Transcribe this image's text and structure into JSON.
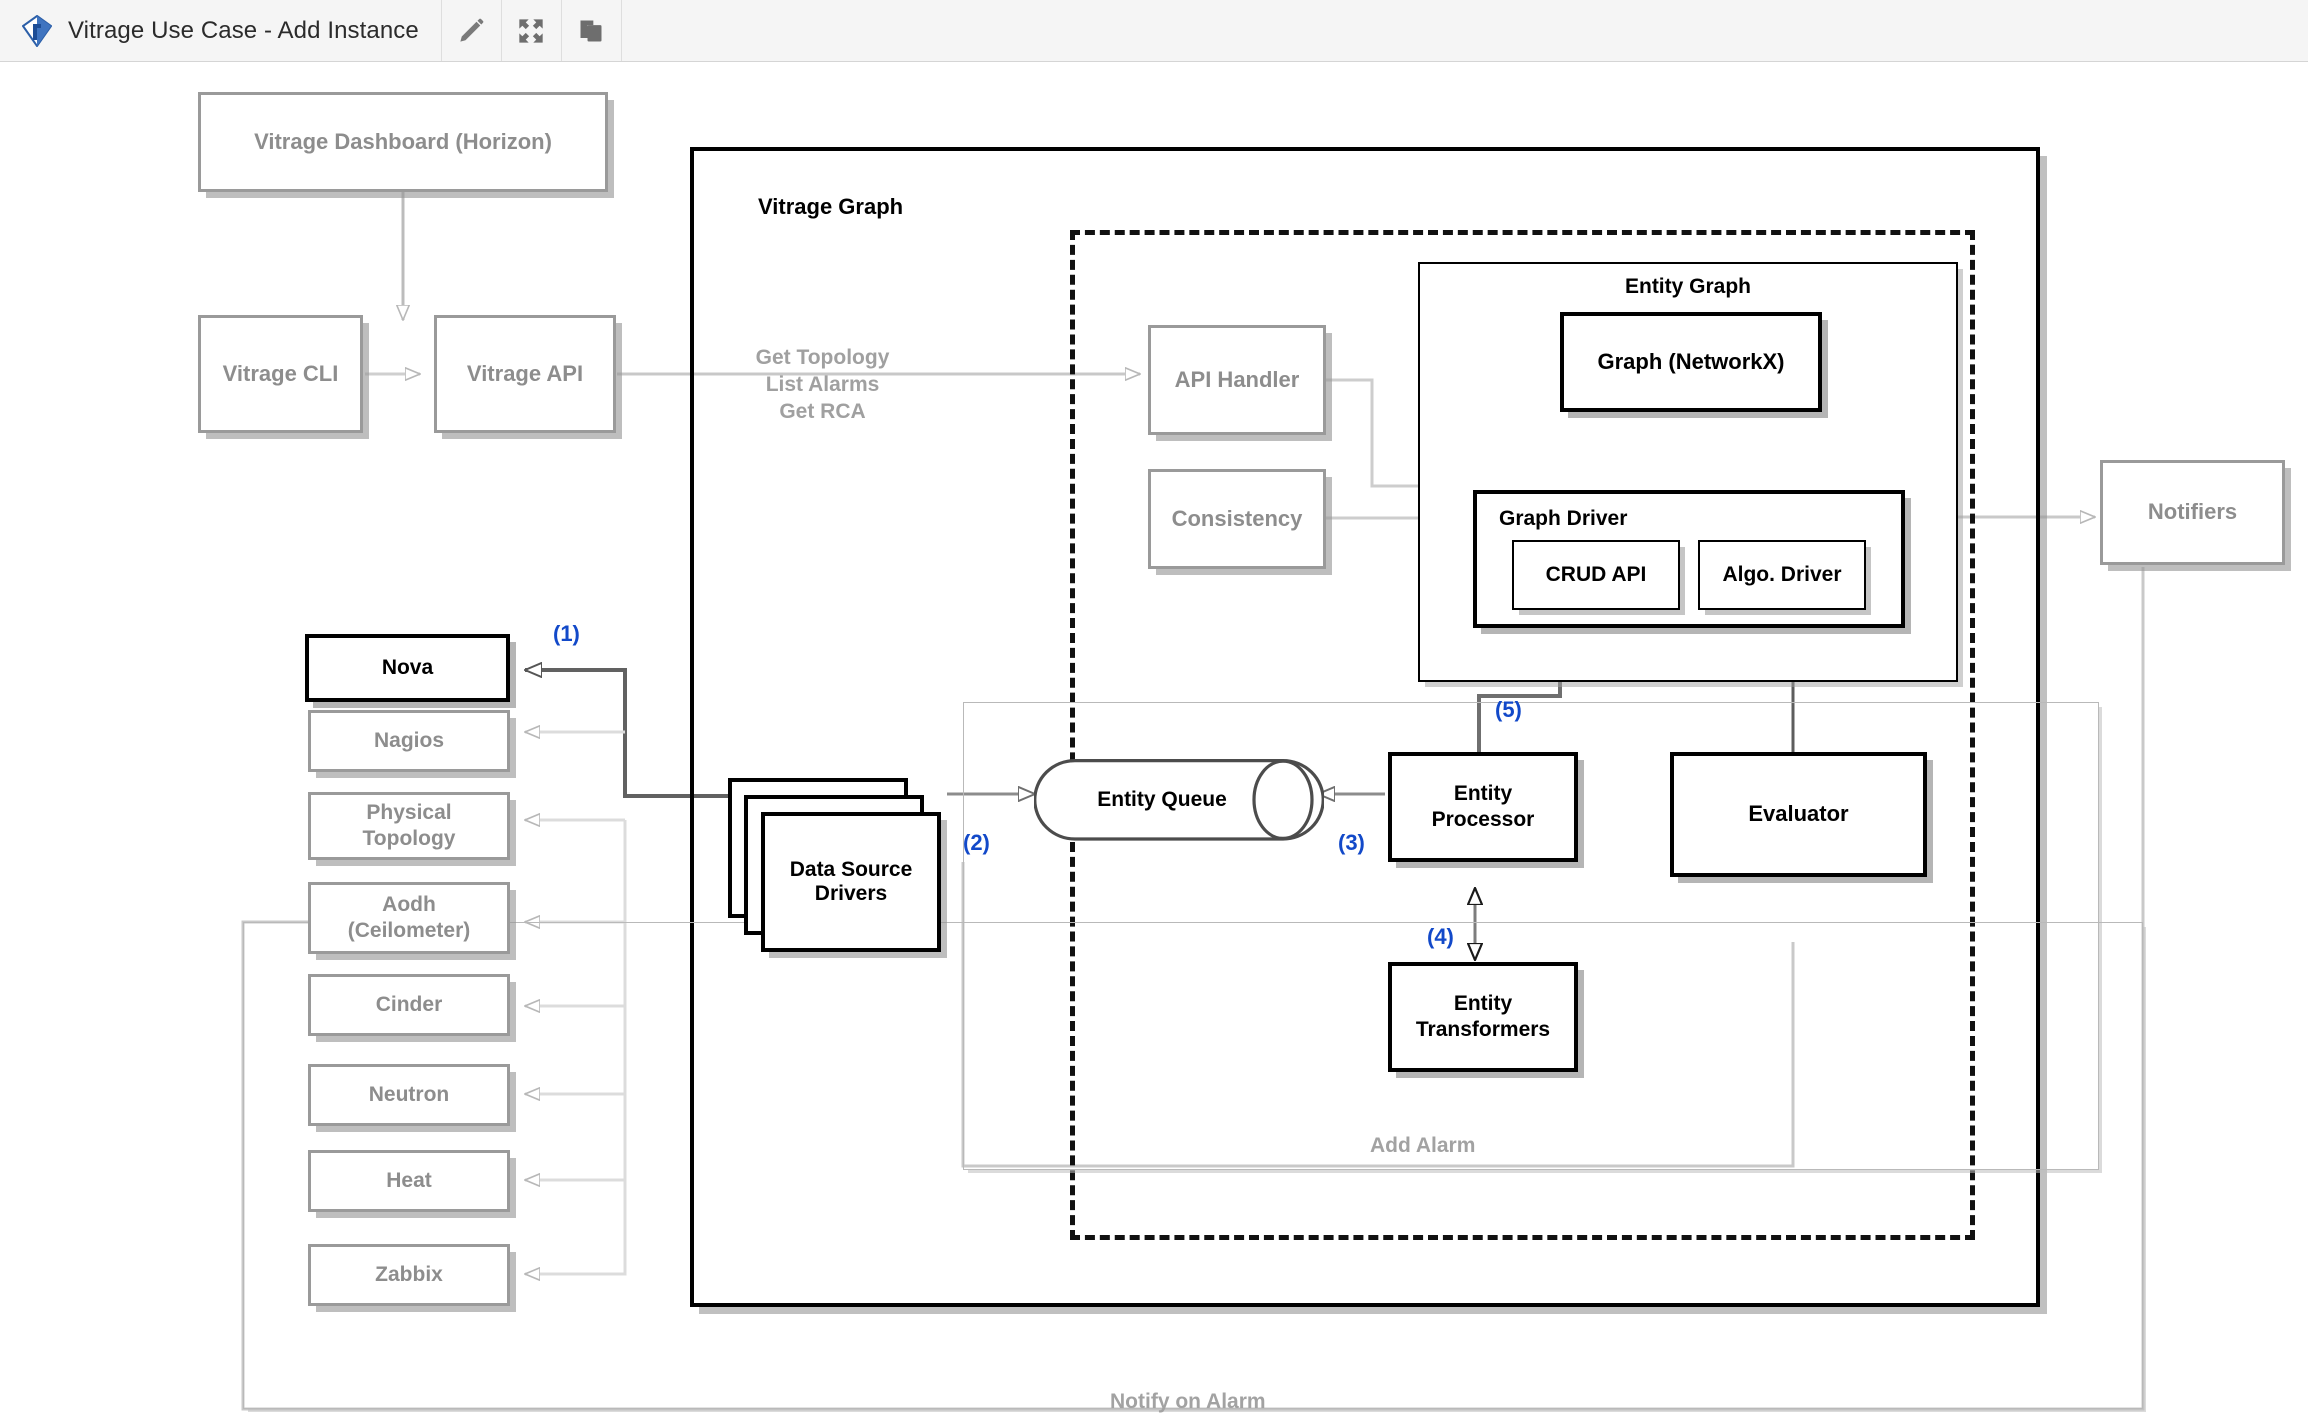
{
  "toolbar": {
    "title": "Vitrage Use Case - Add Instance",
    "logo_name": "vitrage-logo-icon",
    "buttons": [
      {
        "name": "edit-button",
        "icon": "pencil-icon",
        "label": "Edit"
      },
      {
        "name": "fullscreen-button",
        "icon": "fullscreen-icon",
        "label": "Fullscreen"
      },
      {
        "name": "copy-button",
        "icon": "copy-icon",
        "label": "Copy"
      }
    ]
  },
  "colors": {
    "step_blue": "#1249c9",
    "grey_stroke": "#9a9a9a",
    "grey_text": "#8d8d8d",
    "label_grey": "#a0a0a0",
    "black": "#000000",
    "canvas": "#ffffff",
    "toolbar_bg": "#f5f5f5"
  },
  "frames": {
    "vitrage_graph": {
      "label": "Vitrage Graph"
    },
    "dashed_region": {
      "label": ""
    },
    "entity_graph": {
      "label": "Entity Graph"
    },
    "graph_driver": {
      "label": "Graph Driver"
    },
    "add_alarm_region": {
      "label": "Add Alarm"
    },
    "notify_region": {
      "label": "Notify on Alarm"
    }
  },
  "nodes": {
    "dashboard": {
      "label": "Vitrage Dashboard (Horizon)",
      "style": "grey"
    },
    "cli": {
      "label": "Vitrage CLI",
      "style": "grey"
    },
    "api": {
      "label": "Vitrage API",
      "style": "grey"
    },
    "api_handler": {
      "label": "API Handler",
      "style": "grey"
    },
    "consistency": {
      "label": "Consistency",
      "style": "grey"
    },
    "graph_networkx": {
      "label": "Graph (NetworkX)",
      "style": "black"
    },
    "crud_api": {
      "label": "CRUD API",
      "style": "plain"
    },
    "algo_driver": {
      "label": "Algo. Driver",
      "style": "plain"
    },
    "notifiers": {
      "label": "Notifiers",
      "style": "grey"
    },
    "data_source_drivers": {
      "label": "Data Source\nDrivers",
      "style": "black-stack"
    },
    "entity_queue": {
      "label": "Entity Queue",
      "style": "cylinder"
    },
    "entity_processor": {
      "label": "Entity\nProcessor",
      "style": "black"
    },
    "entity_transformers": {
      "label": "Entity\nTransformers",
      "style": "black"
    },
    "evaluator": {
      "label": "Evaluator",
      "style": "black"
    }
  },
  "datasources": [
    {
      "label": "Nova",
      "style": "black"
    },
    {
      "label": "Nagios",
      "style": "grey"
    },
    {
      "label": "Physical\nTopology",
      "style": "grey"
    },
    {
      "label": "Aodh\n(Ceilometer)",
      "style": "grey"
    },
    {
      "label": "Cinder",
      "style": "grey"
    },
    {
      "label": "Neutron",
      "style": "grey"
    },
    {
      "label": "Heat",
      "style": "grey"
    },
    {
      "label": "Zabbix",
      "style": "grey"
    }
  ],
  "edge_labels": {
    "api_request": "Get Topology\nList Alarms\nGet RCA",
    "add_alarm": "Add Alarm",
    "notify_on_alarm": "Notify on Alarm"
  },
  "steps": [
    {
      "id": "1",
      "label": "(1)"
    },
    {
      "id": "2",
      "label": "(2)"
    },
    {
      "id": "3",
      "label": "(3)"
    },
    {
      "id": "4",
      "label": "(4)"
    },
    {
      "id": "5",
      "label": "(5)"
    }
  ]
}
